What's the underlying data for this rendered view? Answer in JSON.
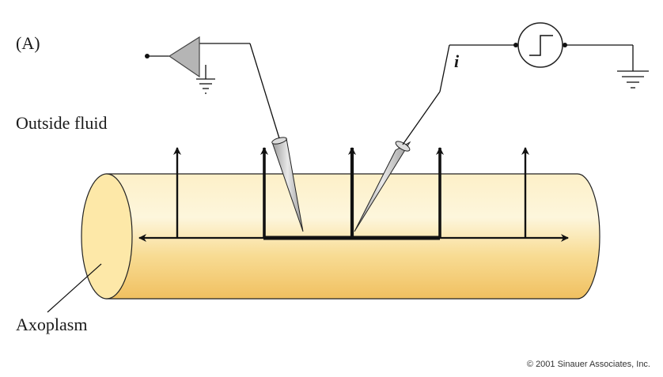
{
  "labels": {
    "panel": "(A)",
    "outside": "Outside fluid",
    "axoplasm": "Axoplasm",
    "current": "i",
    "copyright": "© 2001 Sinauer Associates, Inc."
  },
  "colors": {
    "axon_light": "#fdf0c8",
    "axon_mid": "#f8dc94",
    "axon_dark": "#f0c060",
    "end_cap": "#fde8a8",
    "amplifier": "#b5b5b5",
    "electrode": "#c8c8c8",
    "line": "#111111"
  }
}
